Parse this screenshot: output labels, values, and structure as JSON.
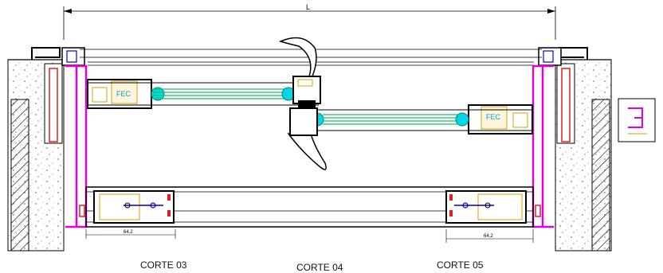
{
  "dimension": {
    "overall_label": "L",
    "left_dim": "64,2",
    "right_dim": "64,2"
  },
  "captions": {
    "corte_03": "CORTE 03",
    "corte_04": "CORTE 04",
    "corte_05": "CORTE 05"
  },
  "profile_tags": {
    "fec_left": "FEC",
    "fec_right": "FEC"
  },
  "colors": {
    "frame": "#e000e0",
    "glass": "#18c060",
    "gasket": "#00b8d8",
    "hardware": "#0000cc",
    "seal": "#e02020",
    "label": "#d4a000",
    "wall_hatch": "#000000",
    "line": "#000000"
  }
}
